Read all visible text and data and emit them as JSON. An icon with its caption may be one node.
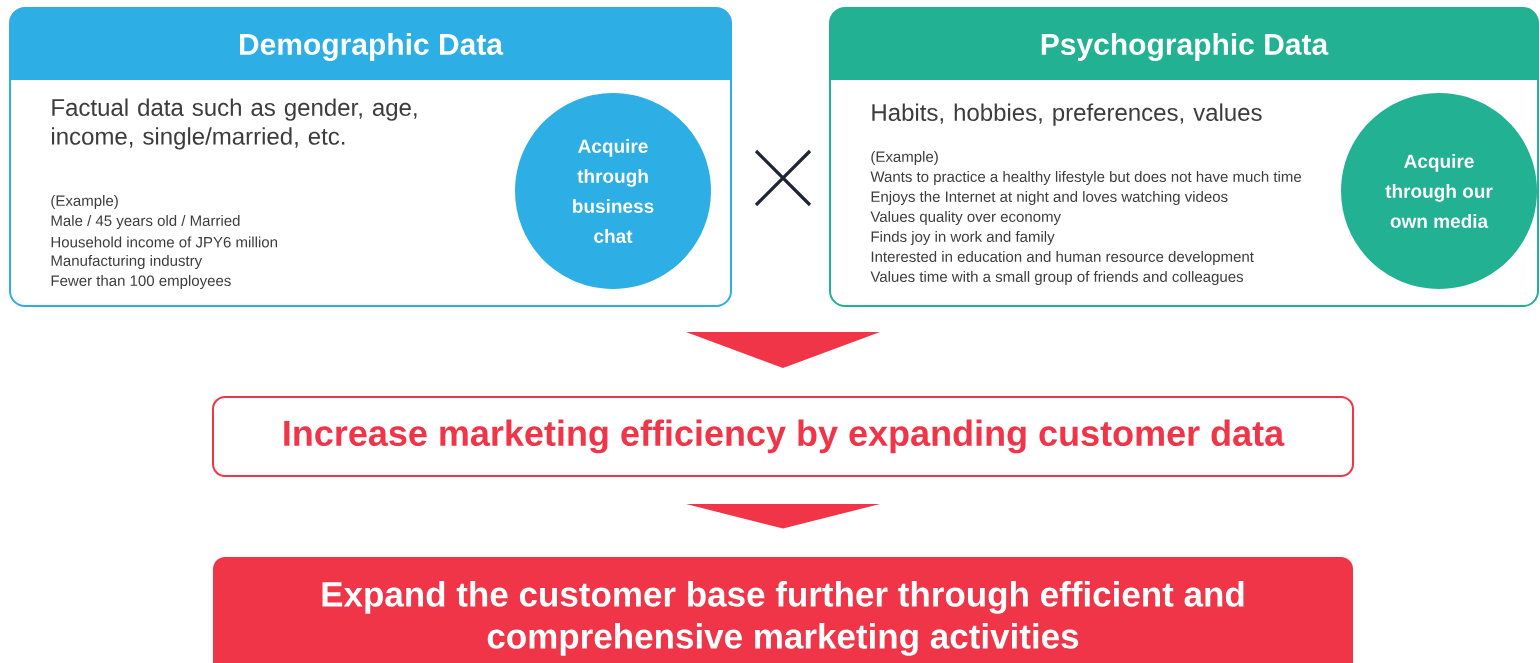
{
  "diagram": {
    "nodes": [
      {
        "text": [
          "Demographic Data",
          "Factual data such as gender, age, income, single/married, etc.",
          "(Example)",
          "Male / 45 years old / Married",
          "Household income of JPY6 million",
          "Manufacturing industry",
          "Fewer than 100 employees"
        ]
      },
      {
        "text": [
          "Acquire through business chat"
        ],
        "in": 0
      },
      {
        "text": [
          "Psychographic Data",
          "Habits, hobbies, preferences, values",
          "(Example)",
          "Wants to practice a healthy lifestyle but does not have much time",
          "Enjoys the Internet at night and loves watching videos",
          "Values quality over economy",
          "Finds joy in work and family",
          "Interested in education and human resource development",
          "Values time with a small group of friends and colleagues"
        ]
      },
      {
        "text": [
          "Acquire through our own media"
        ],
        "in": 2
      },
      {
        "text": [
          "Increase marketing efficiency by expanding customer data"
        ]
      },
      {
        "text": [
          "Expand the customer base further through efficient and comprehensive marketing activities"
        ]
      }
    ],
    "edges": [
      {
        "from": null,
        "to": 4,
        "arrow": "to"
      },
      {
        "from": 4,
        "to": 5,
        "arrow": "to"
      }
    ]
  }
}
